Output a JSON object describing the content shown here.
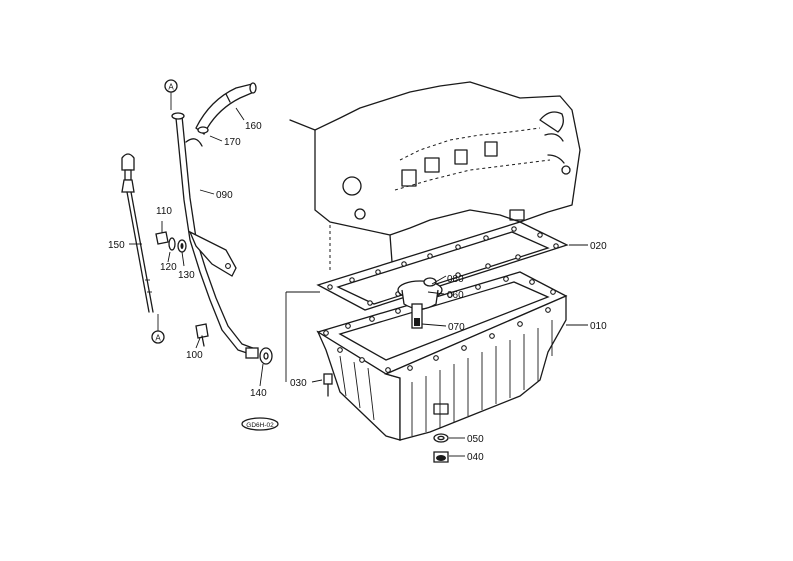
{
  "callouts": {
    "p010": "010",
    "p020": "020",
    "p030": "030",
    "p040": "040",
    "p050": "050",
    "p060": "060",
    "p070": "070",
    "p080": "080",
    "p090": "090",
    "p100": "100",
    "p110": "110",
    "p120": "120",
    "p130": "130",
    "p140": "140",
    "p150": "150",
    "p160": "160",
    "p170": "170"
  },
  "markers": {
    "top": "A",
    "bottom": "A"
  },
  "stamp": "GD6H-02"
}
